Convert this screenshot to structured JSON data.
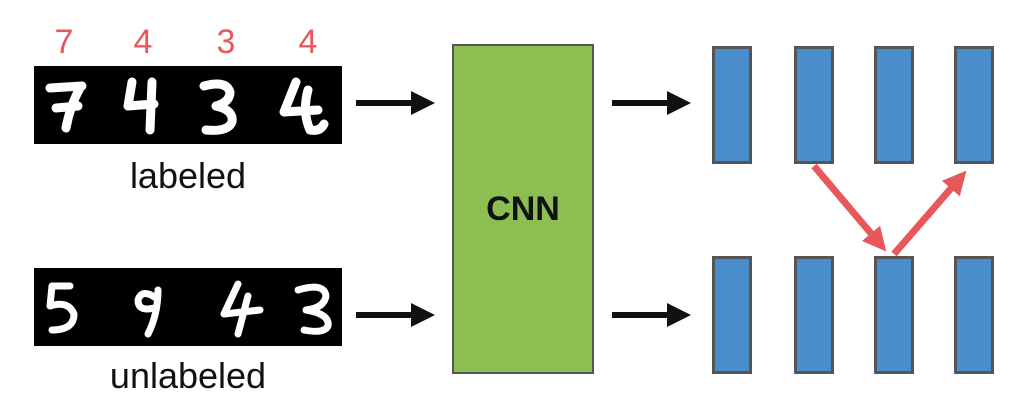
{
  "labels": [
    "7",
    "4",
    "3",
    "4"
  ],
  "labeled_caption": "labeled",
  "unlabeled_caption": "unlabeled",
  "cnn_label": "CNN",
  "colors": {
    "label_text": "#E8585A",
    "cnn_fill": "#8DBE52",
    "bar_fill": "#4A8DCC",
    "border": "#555555",
    "arrow": "#111111",
    "match_arrow": "#E8585A"
  },
  "icons": [
    "handwritten-digit-7",
    "handwritten-digit-4",
    "handwritten-digit-3",
    "handwritten-digit-4",
    "handwritten-digit-5",
    "handwritten-digit-9",
    "handwritten-digit-4",
    "handwritten-digit-3"
  ]
}
